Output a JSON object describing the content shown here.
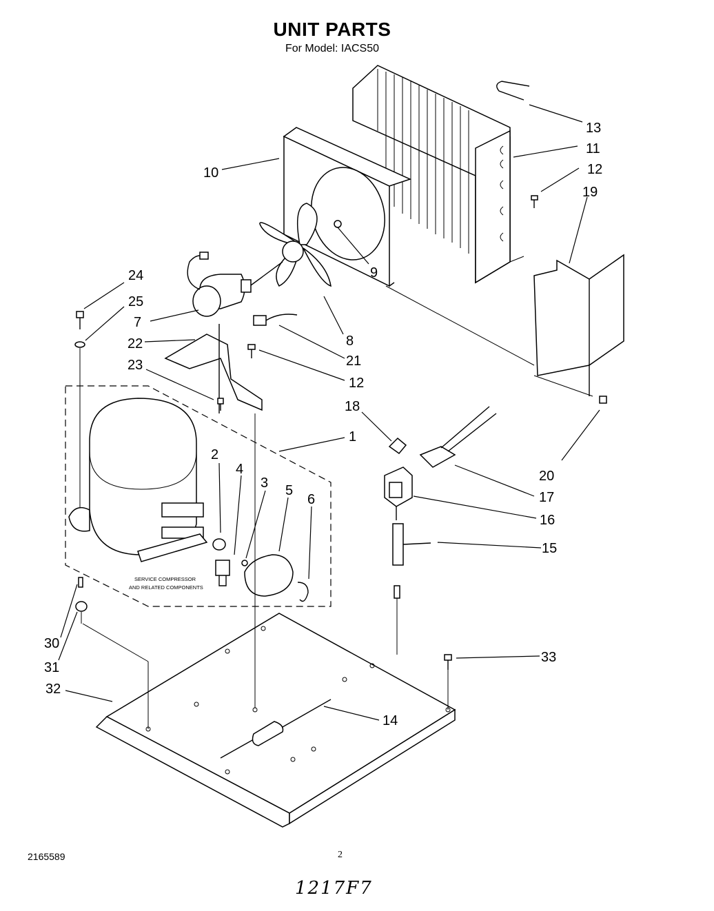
{
  "header": {
    "title": "UNIT PARTS",
    "subtitle": "For Model: IACS50"
  },
  "callouts": [
    "1",
    "2",
    "3",
    "4",
    "5",
    "6",
    "7",
    "8",
    "9",
    "10",
    "11",
    "12",
    "12",
    "13",
    "14",
    "15",
    "16",
    "17",
    "18",
    "19",
    "20",
    "21",
    "22",
    "23",
    "24",
    "25",
    "30",
    "31",
    "32",
    "33"
  ],
  "compressor_note": [
    "SERVICE COMPRESSOR",
    "AND RELATED COMPONENTS"
  ],
  "footer": {
    "doc_number": "2165589",
    "page": "2",
    "handwritten": "1217F7"
  }
}
